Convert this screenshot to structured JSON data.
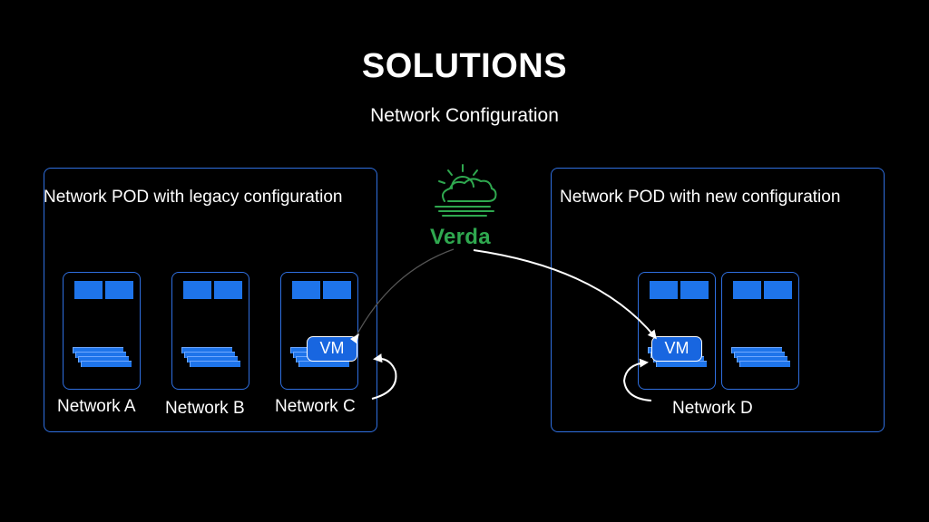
{
  "slide": {
    "title": "SOLUTIONS",
    "subtitle": "Network Configuration"
  },
  "logo": {
    "name": "Verda",
    "icon": "cloud-sun-icon",
    "color": "#2fa84f"
  },
  "pods": [
    {
      "label": "Network POD with legacy configuration",
      "networks": [
        "Network A",
        "Network B",
        "Network C"
      ]
    },
    {
      "label": "Network POD with new configuration",
      "networks": [
        "Network D"
      ]
    }
  ],
  "vm_label": "VM",
  "colors": {
    "accent": "#1e74ea",
    "border": "#2f6fe0",
    "background": "#000000"
  }
}
